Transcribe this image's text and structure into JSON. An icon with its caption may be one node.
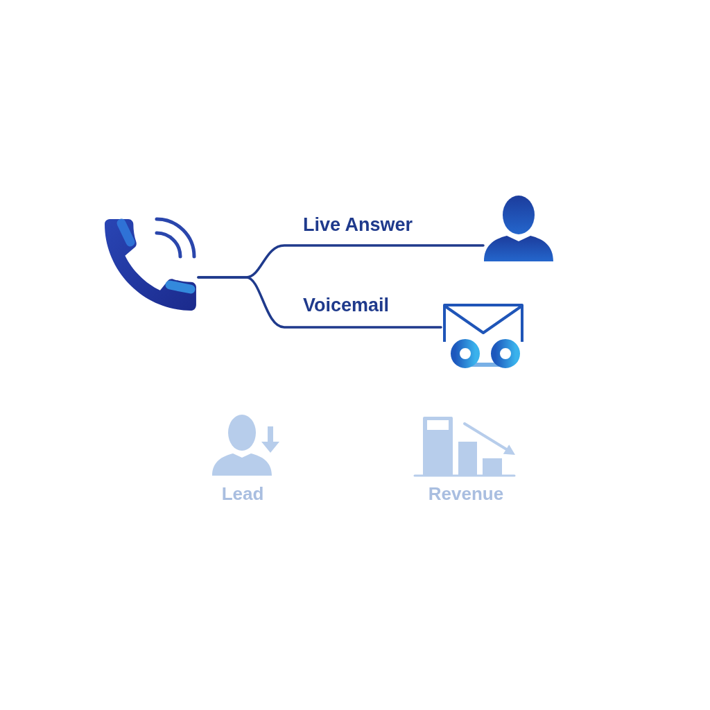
{
  "diagram": {
    "nodes": [
      {
        "text": [],
        "shape": "picture"
      },
      {
        "text": [],
        "shape": "picture"
      },
      {
        "text": [],
        "shape": "picture"
      }
    ],
    "edges": [
      {
        "from": 0,
        "to": 1,
        "arrow": "none",
        "label": "Live Answer"
      },
      {
        "from": 0,
        "to": 2,
        "arrow": "none",
        "label": "Voicemail"
      }
    ],
    "labels": [
      "Lead",
      "Revenue"
    ]
  }
}
